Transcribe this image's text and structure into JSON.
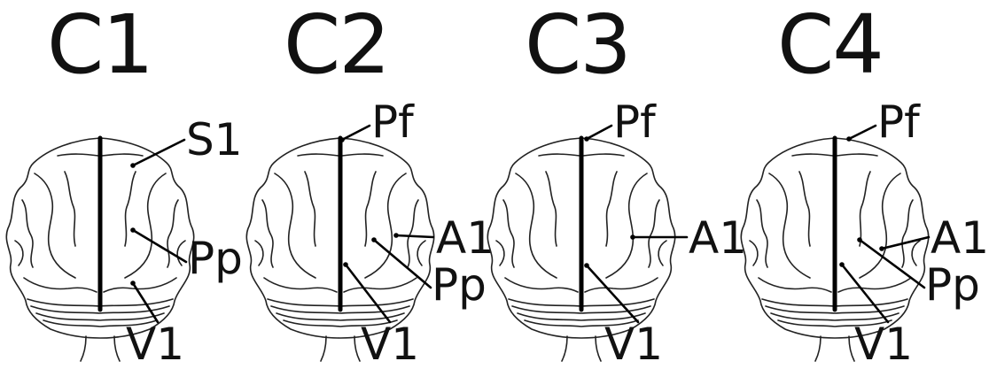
{
  "panels": [
    {
      "id": "C1",
      "title": "C1",
      "labels": [
        {
          "key": "S1",
          "text": "S1"
        },
        {
          "key": "Pp",
          "text": "Pp"
        },
        {
          "key": "V1",
          "text": "V1"
        }
      ]
    },
    {
      "id": "C2",
      "title": "C2",
      "labels": [
        {
          "key": "Pf",
          "text": "Pf"
        },
        {
          "key": "A1",
          "text": "A1"
        },
        {
          "key": "Pp",
          "text": "Pp"
        },
        {
          "key": "V1",
          "text": "V1"
        }
      ]
    },
    {
      "id": "C3",
      "title": "C3",
      "labels": [
        {
          "key": "Pf",
          "text": "Pf"
        },
        {
          "key": "A1",
          "text": "A1"
        },
        {
          "key": "V1",
          "text": "V1"
        }
      ]
    },
    {
      "id": "C4",
      "title": "C4",
      "labels": [
        {
          "key": "Pf",
          "text": "Pf"
        },
        {
          "key": "A1",
          "text": "A1"
        },
        {
          "key": "Pp",
          "text": "Pp"
        },
        {
          "key": "V1",
          "text": "V1"
        }
      ]
    }
  ]
}
